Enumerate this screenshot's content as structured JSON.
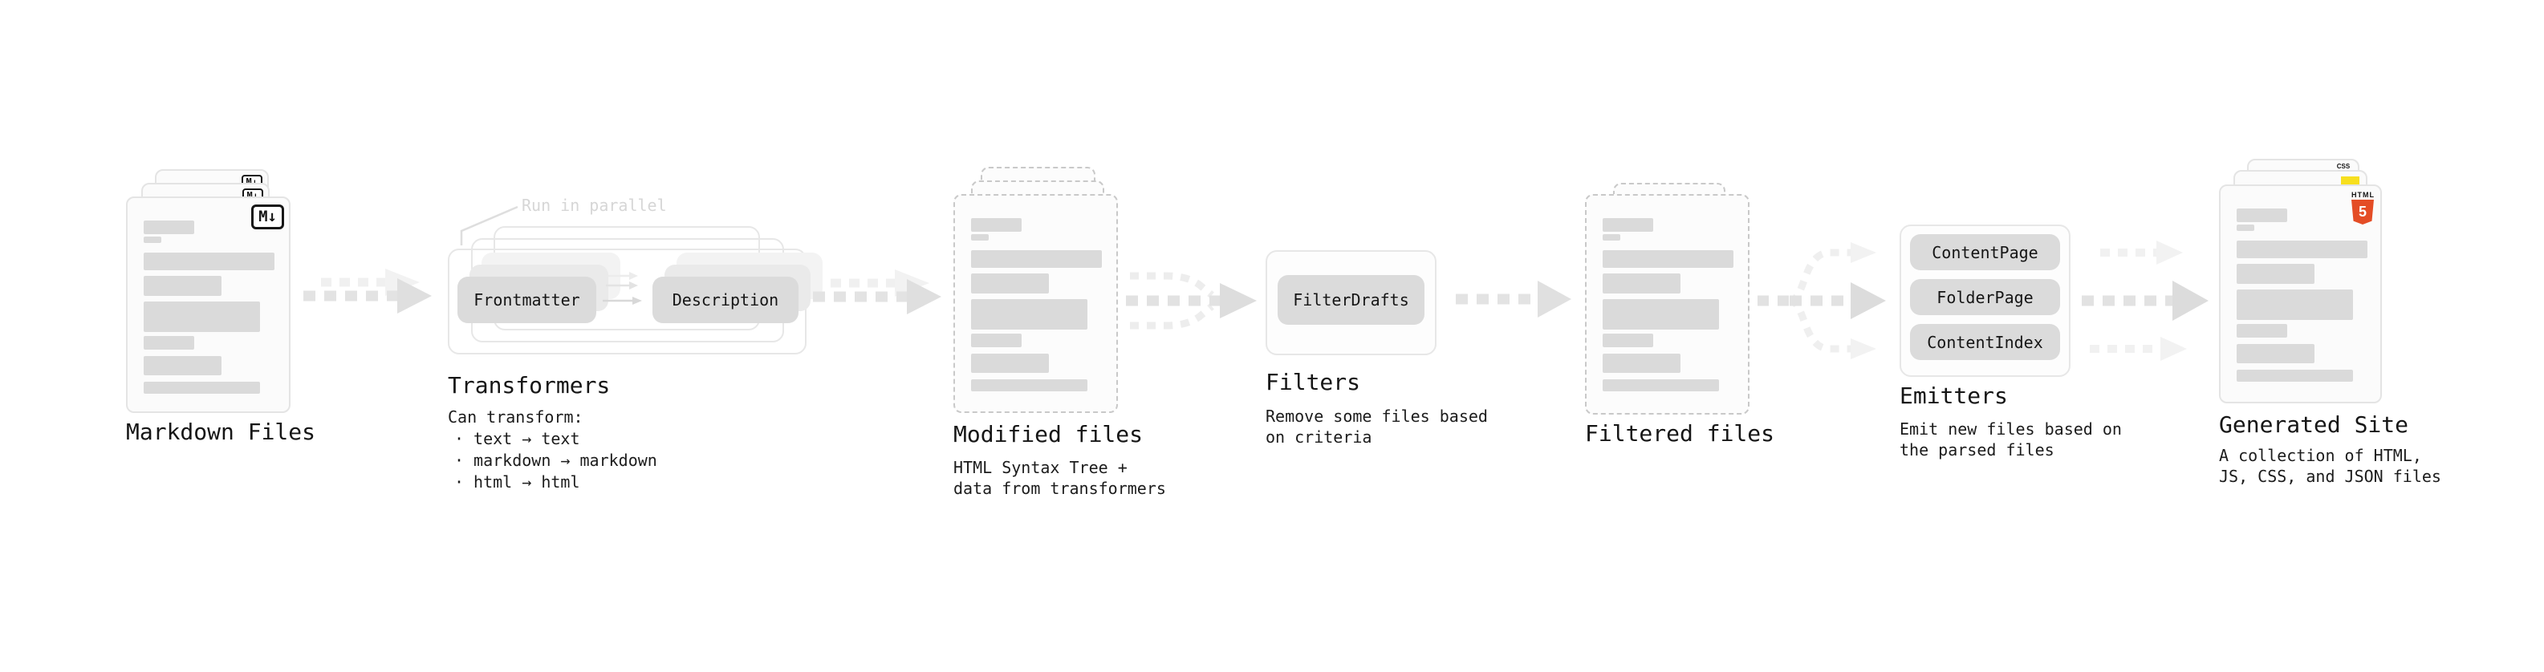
{
  "colors": {
    "bar": "#dadada",
    "node_fill": "#dbdbdb",
    "text": "#161616",
    "muted_annotation": "#d6d6d6",
    "html5_orange": "#e44d26",
    "js_yellow": "#f7df1e",
    "css_blue": "#2965f1"
  },
  "card_skeleton": {
    "bars": [
      {
        "w": 63,
        "h": 17,
        "mt": 0
      },
      {
        "w": 22,
        "h": 8,
        "mt": 3
      },
      {
        "w": 163,
        "h": 22,
        "mt": 12
      },
      {
        "w": 97,
        "h": 25,
        "mt": 7
      },
      {
        "w": 145,
        "h": 38,
        "mt": 7
      },
      {
        "w": 63,
        "h": 17,
        "mt": 5
      },
      {
        "w": 97,
        "h": 24,
        "mt": 8
      },
      {
        "w": 145,
        "h": 15,
        "mt": 8
      }
    ]
  },
  "stages": {
    "markdown": {
      "label": "Markdown Files",
      "badge": "M↓"
    },
    "transformers": {
      "heading": "Transformers",
      "annotation": "Run in parallel",
      "intro": "Can transform:",
      "bullets": [
        "text → text",
        "markdown → markdown",
        "html → html"
      ],
      "node_a": "Frontmatter",
      "node_b": "Description"
    },
    "modified": {
      "heading": "Modified files",
      "description": "HTML Syntax Tree +\ndata from transformers"
    },
    "filters": {
      "heading": "Filters",
      "description": "Remove some files based\non criteria",
      "node": "FilterDrafts"
    },
    "filtered": {
      "label": "Filtered files"
    },
    "emitters": {
      "heading": "Emitters",
      "description": "Emit new files based on\nthe parsed files",
      "nodes": [
        "ContentPage",
        "FolderPage",
        "ContentIndex"
      ]
    },
    "generated": {
      "label": "Generated Site",
      "description": "A collection of HTML,\nJS, CSS, and JSON files",
      "html_badge_word": "HTML",
      "html_badge_number": "5",
      "css_badge_word": "CSS"
    }
  }
}
